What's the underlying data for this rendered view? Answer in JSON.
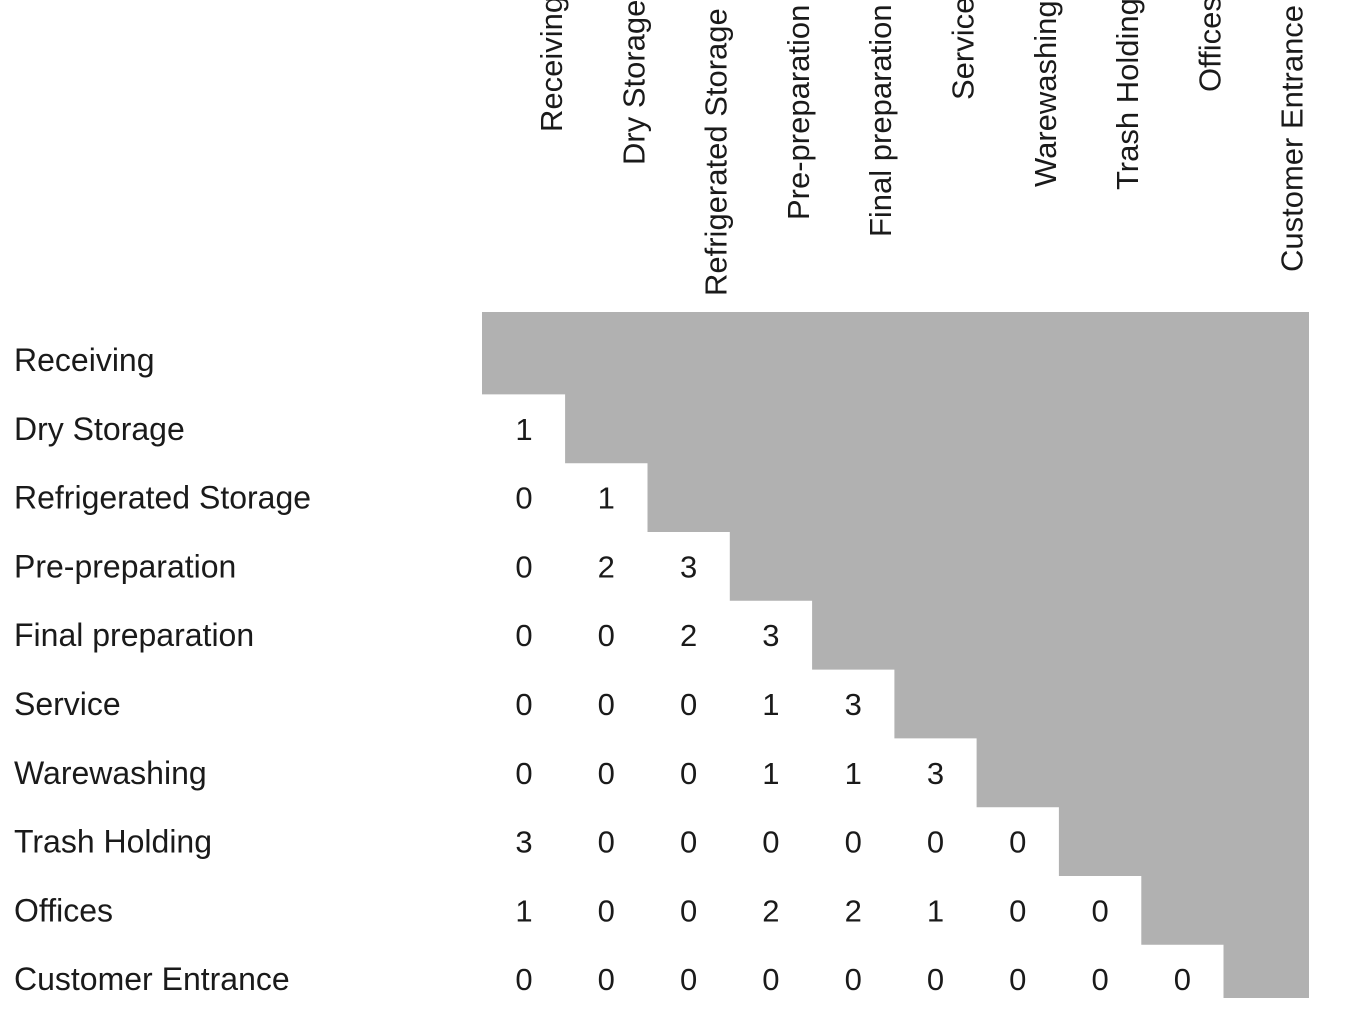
{
  "chart_data": {
    "type": "table",
    "title": "",
    "columns": [
      "Receiving",
      "Dry Storage",
      "Refrigerated Storage",
      "Pre-preparation",
      "Final preparation",
      "Service",
      "Warewashing",
      "Trash Holding",
      "Offices",
      "Customer Entrance"
    ],
    "rows": [
      "Receiving",
      "Dry Storage",
      "Refrigerated Storage",
      "Pre-preparation",
      "Final preparation",
      "Service",
      "Warewashing",
      "Trash Holding",
      "Offices",
      "Customer Entrance"
    ],
    "values": [
      [],
      [
        1
      ],
      [
        0,
        1
      ],
      [
        0,
        2,
        3
      ],
      [
        0,
        0,
        2,
        3
      ],
      [
        0,
        0,
        0,
        1,
        3
      ],
      [
        0,
        0,
        0,
        1,
        1,
        3
      ],
      [
        3,
        0,
        0,
        0,
        0,
        0,
        0
      ],
      [
        1,
        0,
        0,
        2,
        2,
        1,
        0,
        0
      ],
      [
        0,
        0,
        0,
        0,
        0,
        0,
        0,
        0,
        0
      ]
    ],
    "shaded_region": "upper triangle including diagonal",
    "shade_color": "#b1b1b1",
    "grid": false
  }
}
